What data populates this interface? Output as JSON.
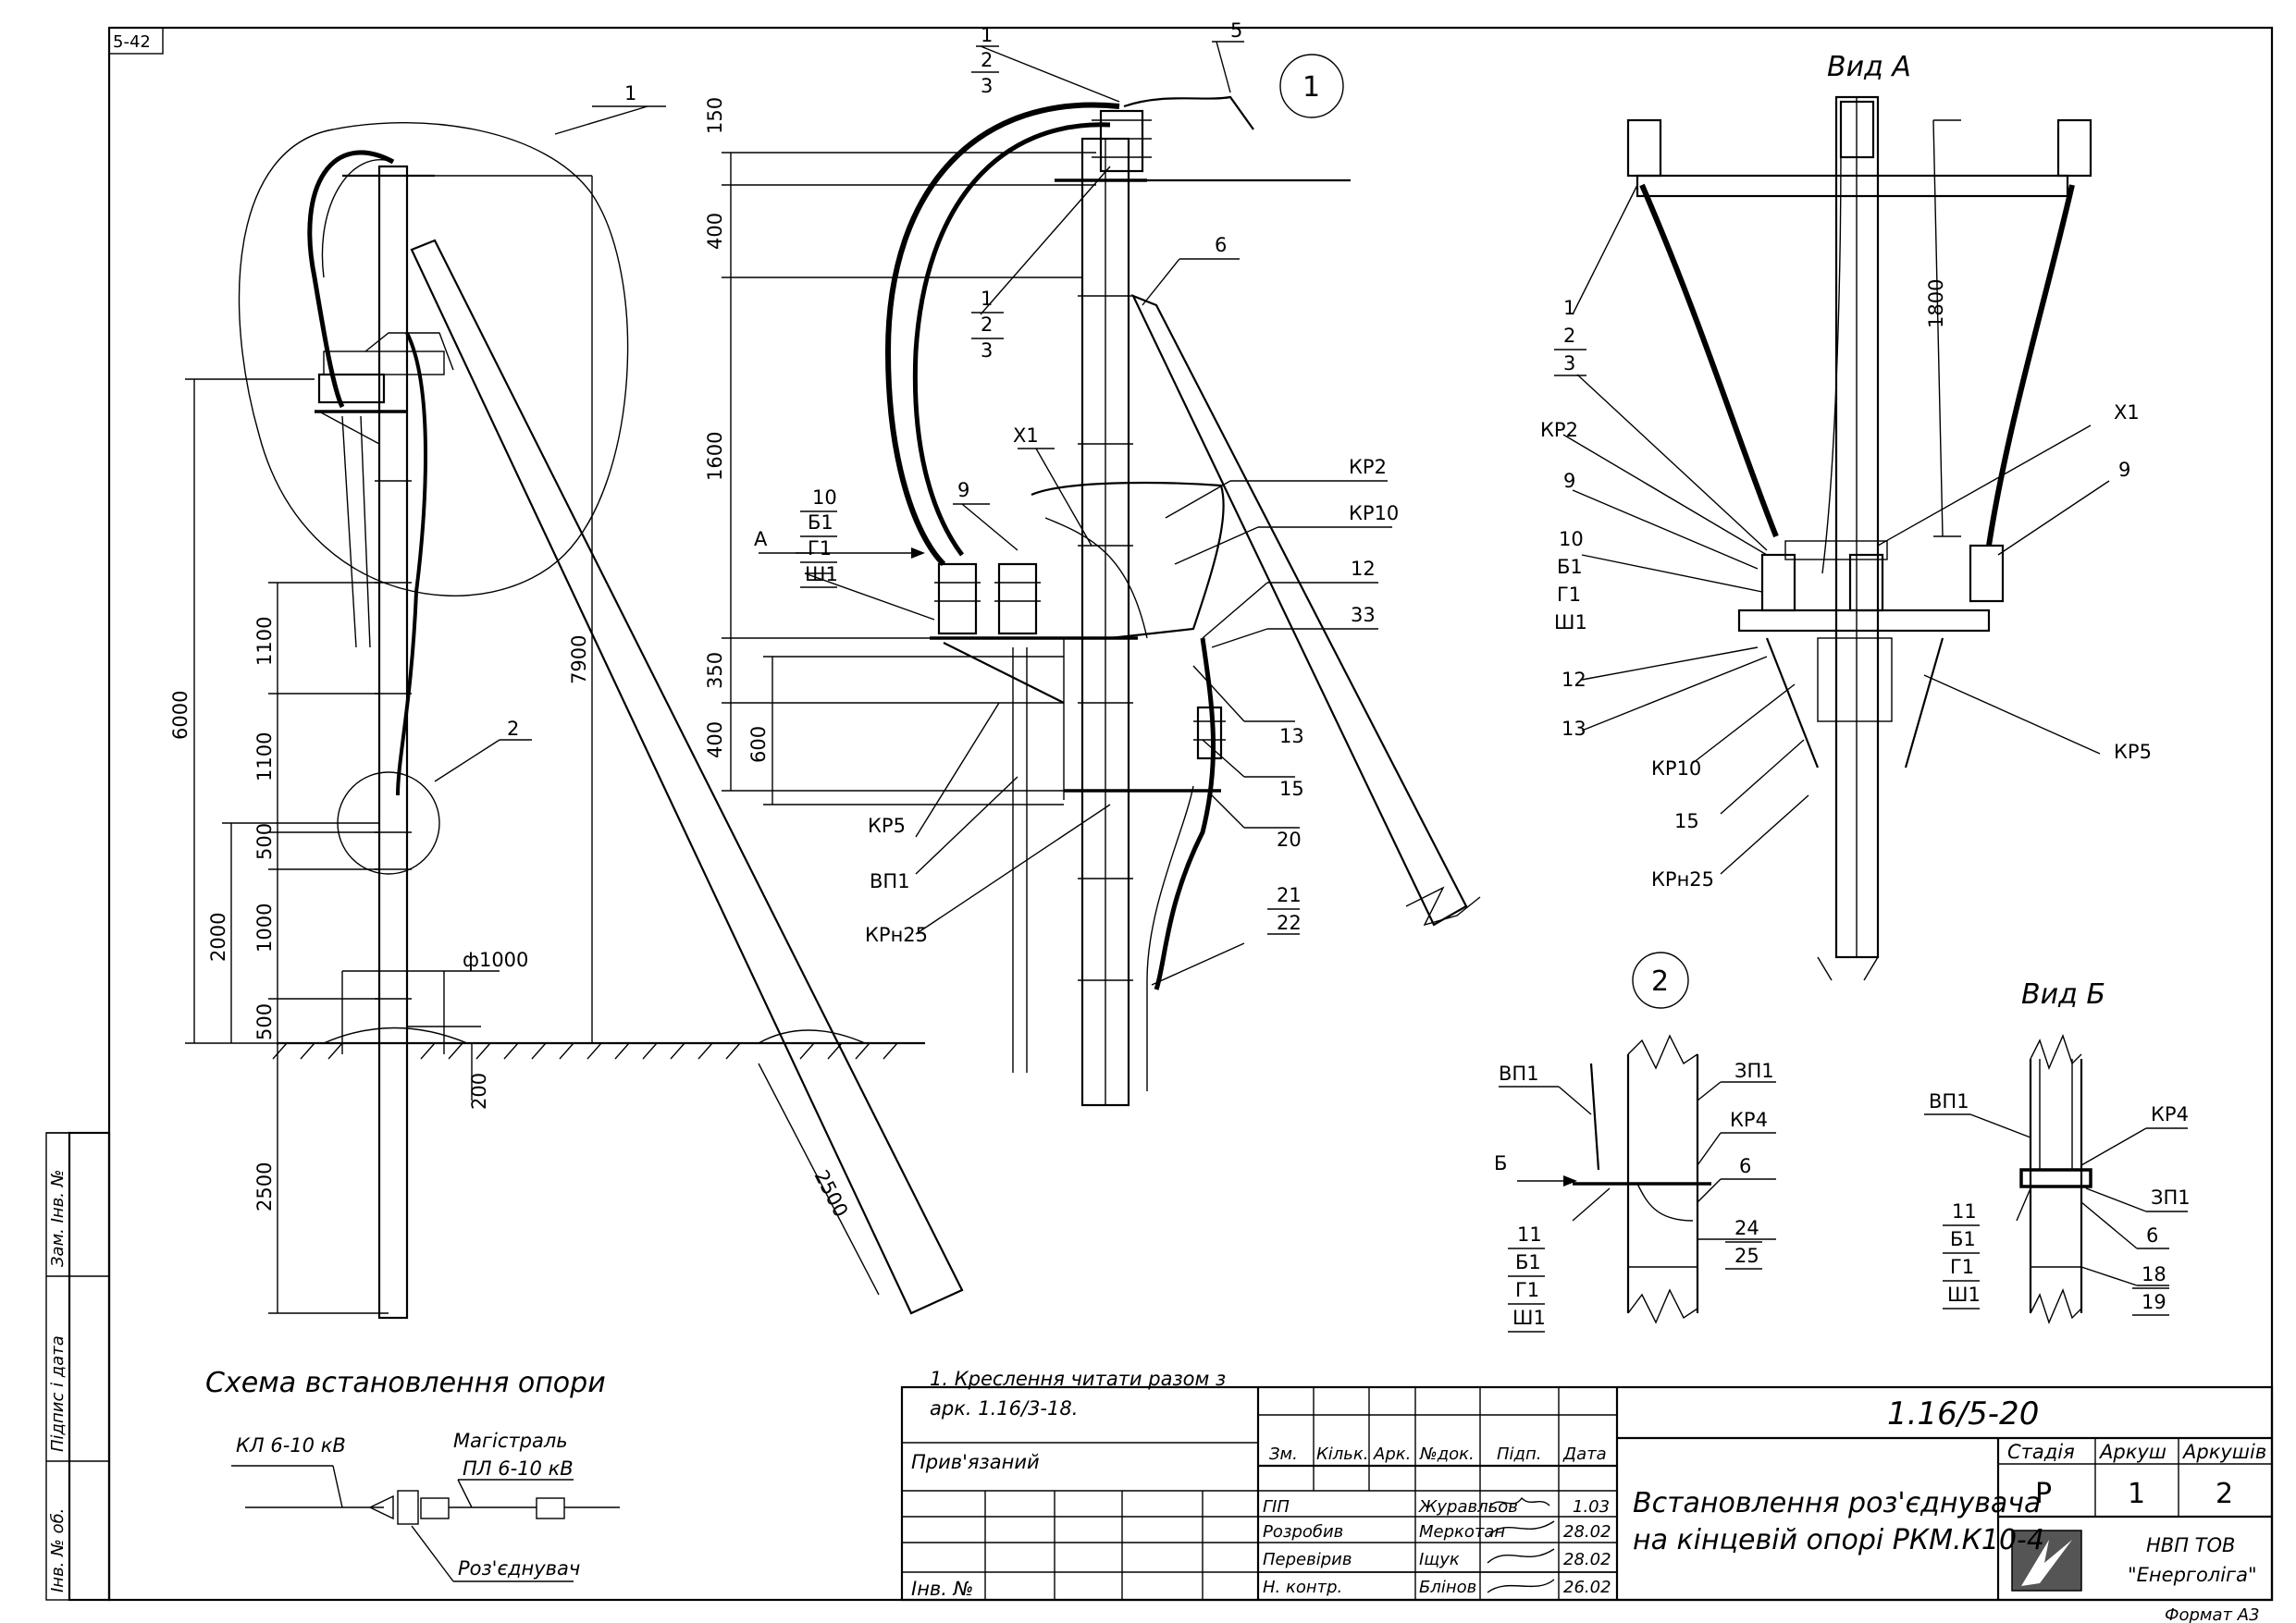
{
  "sheet": {
    "page_code": "5-42",
    "format_label": "Формат А3"
  },
  "notes": {
    "line1": "1. Креслення читати разом з",
    "line2": "арк. 1.16/3-18."
  },
  "scheme": {
    "title": "Схема встановлення опори",
    "kl_label": "КЛ 6-10 кВ",
    "main_label_1": "Магістраль",
    "main_label_2": "ПЛ 6-10 кВ",
    "disconnector_label": "Роз'єднувач"
  },
  "views": {
    "view_a_title": "Вид А",
    "view_b_title": "Вид Б",
    "callout_1": "1",
    "callout_2": "2"
  },
  "left_view": {
    "dims": [
      "6000",
      "7900",
      "1100",
      "1100",
      "500",
      "1000",
      "500",
      "2000",
      "2500",
      "200",
      "2500"
    ],
    "diameter": "ф1000",
    "marks": [
      "1",
      "2"
    ]
  },
  "detail_1": {
    "dims": [
      "150",
      "400",
      "1600",
      "350",
      "400",
      "600"
    ],
    "marks": [
      "1",
      "2",
      "3",
      "5",
      "6",
      "9",
      "Х1",
      "КР2",
      "КР10",
      "12",
      "33",
      "13",
      "15",
      "20",
      "21",
      "22",
      "КР5",
      "ВП1",
      "КРн25",
      "10",
      "Б1",
      "Г1",
      "Ш1",
      "А"
    ]
  },
  "view_a": {
    "dim": "1800",
    "marks": [
      "1",
      "2",
      "3",
      "КР2",
      "9",
      "10",
      "Б1",
      "Г1",
      "Ш1",
      "12",
      "13",
      "КР10",
      "15",
      "КРн25",
      "Х1",
      "КР5"
    ]
  },
  "detail_2": {
    "marks": [
      "ВП1",
      "ЗП1",
      "КР4",
      "6",
      "Б",
      "11",
      "Б1",
      "Г1",
      "Ш1",
      "24",
      "25"
    ]
  },
  "view_b": {
    "marks": [
      "ВП1",
      "КР4",
      "ЗП1",
      "11",
      "Б1",
      "Г1",
      "Ш1",
      "6",
      "18",
      "19"
    ]
  },
  "title_block": {
    "doc_code": "1.16/5-20",
    "bound_label": "Прив'язаний",
    "inv_no_label": "Інв. №",
    "columns": [
      "Зм.",
      "Кільк.",
      "Арк.",
      "№док.",
      "Підп.",
      "Дата"
    ],
    "rows": [
      {
        "role": "ГІП",
        "name": "Журавльов",
        "date": "1.03"
      },
      {
        "role": "Розробив",
        "name": "Меркотан",
        "date": "28.02"
      },
      {
        "role": "Перевірив",
        "name": "Іщук",
        "date": "28.02"
      },
      {
        "role": "Н. контр.",
        "name": "Блінов",
        "date": "26.02"
      }
    ],
    "title_line1": "Встановлення роз'єднувача",
    "title_line2": "на кінцевій опорі РКМ.К10-4",
    "stage_label": "Стадія",
    "sheet_label": "Аркуш",
    "sheets_label": "Аркушів",
    "stage": "Р",
    "sheet": "1",
    "sheets": "2",
    "org_line1": "НВП ТОВ",
    "org_line2": "\"Енерголіга\""
  },
  "side_stamp": {
    "cells": [
      "Зам. Інв. №",
      "Підпис і дата",
      "Інв. № об."
    ]
  }
}
